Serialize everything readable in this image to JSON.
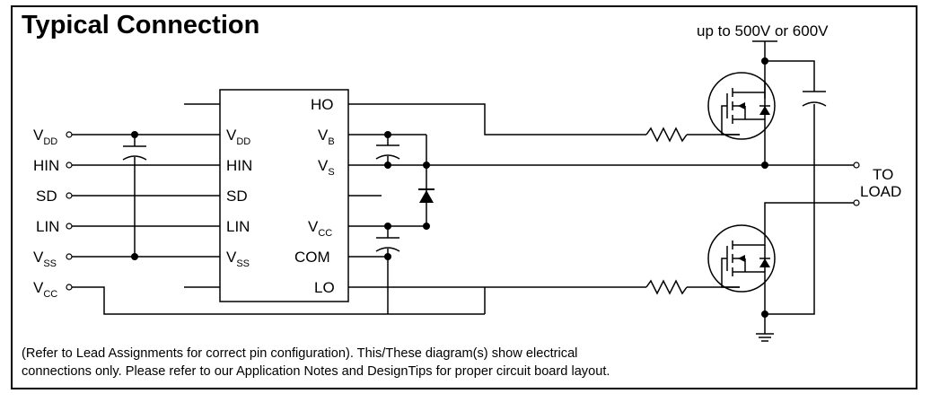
{
  "title": "Typical Connection",
  "supply_label": "up to 500V or 600V",
  "output_label": {
    "line1": "TO",
    "line2": "LOAD"
  },
  "inputs": [
    {
      "main": "V",
      "sub": "DD"
    },
    {
      "main": "HIN",
      "sub": ""
    },
    {
      "main": "SD",
      "sub": ""
    },
    {
      "main": "LIN",
      "sub": ""
    },
    {
      "main": "V",
      "sub": "SS"
    },
    {
      "main": "V",
      "sub": "CC"
    }
  ],
  "ic_left_pins": [
    {
      "main": "V",
      "sub": "DD"
    },
    {
      "main": "HIN",
      "sub": ""
    },
    {
      "main": "SD",
      "sub": ""
    },
    {
      "main": "LIN",
      "sub": ""
    },
    {
      "main": "V",
      "sub": "SS"
    }
  ],
  "ic_right_pins": [
    {
      "main": "HO",
      "sub": ""
    },
    {
      "main": "V",
      "sub": "B"
    },
    {
      "main": "V",
      "sub": "S"
    },
    {
      "main": "V",
      "sub": "CC"
    },
    {
      "main": "COM",
      "sub": ""
    },
    {
      "main": "LO",
      "sub": ""
    }
  ],
  "note": {
    "line1": "(Refer to Lead Assignments for correct pin configuration). This/These diagram(s) show electrical",
    "line2": "connections only.  Please refer to our Application Notes and DesignTips for proper circuit board layout."
  },
  "icons": [
    "capacitor-symbol",
    "resistor-symbol",
    "diode-symbol",
    "mosfet-symbol",
    "ground-symbol",
    "terminal-symbol"
  ]
}
